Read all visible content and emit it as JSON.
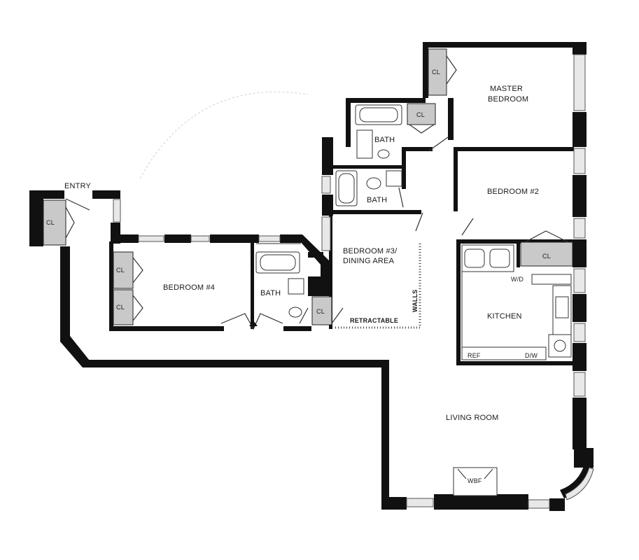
{
  "rooms": {
    "entry": "ENTRY",
    "master_bedroom_line1": "MASTER",
    "master_bedroom_line2": "BEDROOM",
    "bedroom2": "BEDROOM #2",
    "bedroom3_line1": "BEDROOM #3/",
    "bedroom3_line2": "DINING AREA",
    "bedroom4": "BEDROOM #4",
    "kitchen": "KITCHEN",
    "living_room": "LIVING ROOM",
    "bath": "BATH"
  },
  "labels": {
    "closet": "CL",
    "washer_dryer": "W/D",
    "refrigerator": "REF",
    "dishwasher": "D/W",
    "fireplace": "WBF",
    "retractable": "RETRACTABLE",
    "walls": "WALLS"
  }
}
